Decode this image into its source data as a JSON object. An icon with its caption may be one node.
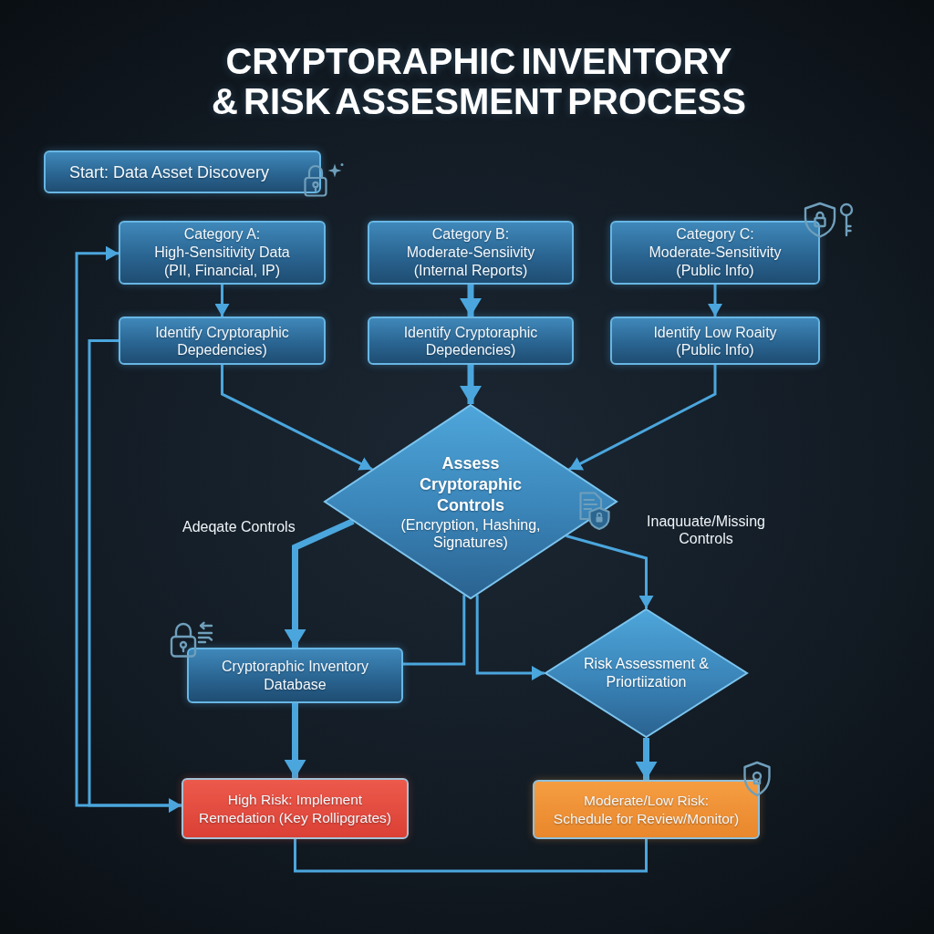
{
  "diagram": {
    "title": "CRYPTORAPHIC INVENTORY & RISK ASSESMENT PROCESS",
    "nodes": [
      {
        "text": [
          "Start: Data Asset Discovery"
        ]
      },
      {
        "text": [
          "Category A:",
          "High-Sensitivity Data (PII, Financial, IP)"
        ]
      },
      {
        "text": [
          "Category B:",
          "Moderate-Sensiivity (Internal Reports)"
        ]
      },
      {
        "text": [
          "Category C:",
          "Moderate-Sensitivity (Public Info)"
        ]
      },
      {
        "text": [
          "Identify Cryptoraphic Depedencies)"
        ]
      },
      {
        "text": [
          "Identify Cryptoraphic Depedencies)"
        ]
      },
      {
        "text": [
          "Identify Low Roaity (Public Info)"
        ]
      },
      {
        "text": [
          "Assess Cryptoraphic Controls",
          "(Encryption, Hashing, Signatures)"
        ]
      },
      {
        "text": [
          "Cryptoraphic Inventory Database"
        ]
      },
      {
        "text": [
          "Risk Assessment & Priortiization"
        ]
      },
      {
        "text": [
          "High Risk: Implement Remedation (Key Rollipgrates)"
        ]
      },
      {
        "text": [
          "Moderate/Low Risk: Schedule for Review/Monitor)"
        ]
      }
    ],
    "edges": [
      {
        "from": 1,
        "to": 4,
        "arrow": "to"
      },
      {
        "from": 2,
        "to": 5,
        "arrow": "to",
        "style": "thick"
      },
      {
        "from": 3,
        "to": 6,
        "arrow": "to"
      },
      {
        "from": 4,
        "to": 7,
        "arrow": "to"
      },
      {
        "from": 5,
        "to": 7,
        "arrow": "to",
        "style": "thick"
      },
      {
        "from": 6,
        "to": 7,
        "arrow": "to"
      },
      {
        "from": 7,
        "to": 8,
        "arrow": "to",
        "label": "Adeqate Controls",
        "style": "thick"
      },
      {
        "from": 7,
        "to": 9,
        "arrow": "to",
        "label": "Inaquuate/Missing Controls"
      },
      {
        "from": 7,
        "to": 8,
        "arrow": "none"
      },
      {
        "from": 7,
        "to": 9,
        "arrow": "to"
      },
      {
        "from": 8,
        "to": 10,
        "arrow": "to",
        "style": "thick"
      },
      {
        "from": 9,
        "to": 11,
        "arrow": "to",
        "style": "thick"
      },
      {
        "from": 4,
        "to": 10,
        "arrow": "to"
      },
      {
        "from": 10,
        "to": 1,
        "arrow": "to"
      },
      {
        "from": 10,
        "to": 11,
        "arrow": "none"
      }
    ]
  }
}
